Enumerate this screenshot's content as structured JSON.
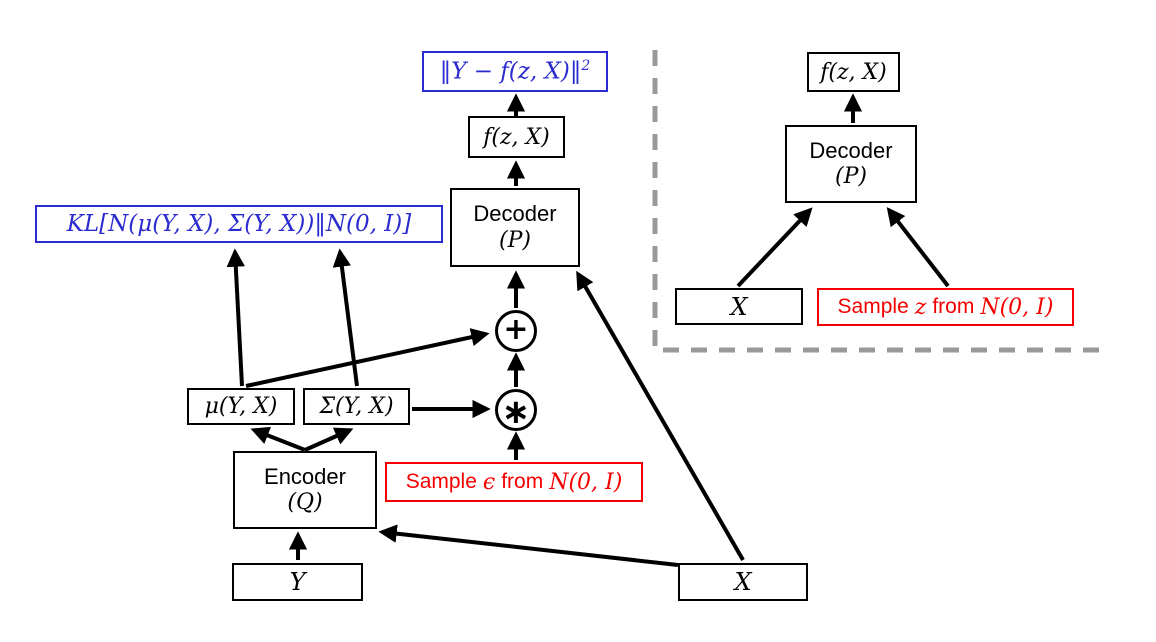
{
  "colors": {
    "loss_blue": "#2b2bd0",
    "sample_red": "#f50000",
    "edge_black": "#000000",
    "divider_gray": "#999999"
  },
  "training": {
    "recon_loss": {
      "expr": "‖Y − f(z, X)‖",
      "exponent": "2"
    },
    "f_box": "f(z, X)",
    "decoder_label": "Decoder",
    "decoder_param": "(P)",
    "kl_loss": "KL[N(μ(Y, X), Σ(Y, X))‖N(0, I)]",
    "mu_box": "μ(Y, X)",
    "sigma_box": "Σ(Y, X)",
    "encoder_label": "Encoder",
    "encoder_param": "(Q)",
    "plus_op": "+",
    "mult_op": "∗",
    "sample_box": {
      "prefix": "Sample",
      "variable": "ϵ",
      "connector": "from",
      "distribution": "N(0, I)"
    },
    "y_box": "Y",
    "x_box": "X"
  },
  "test": {
    "f_box": "f(z, X)",
    "decoder_label": "Decoder",
    "decoder_param": "(P)",
    "x_box": "X",
    "sample_box": {
      "prefix": "Sample",
      "variable": "z",
      "connector": "from",
      "distribution": "N(0, I)"
    }
  }
}
